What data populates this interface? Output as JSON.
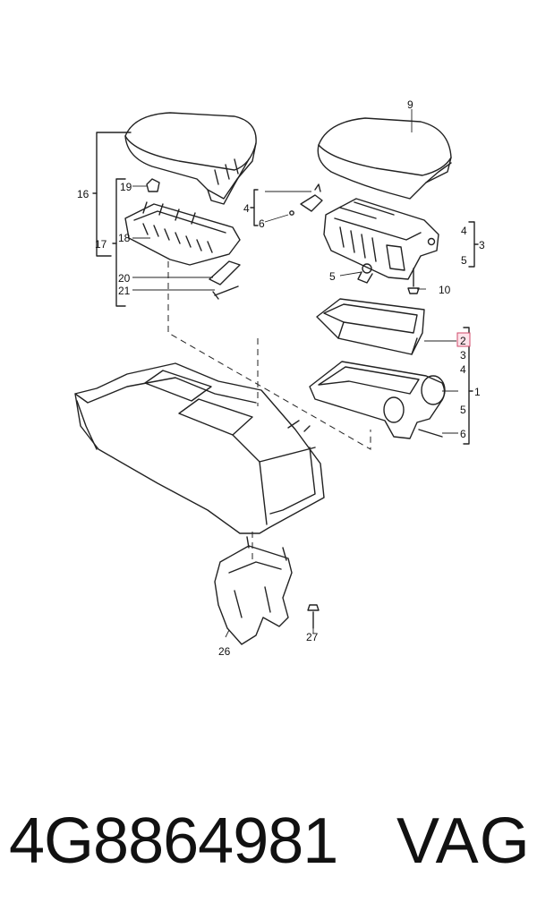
{
  "diagram": {
    "callouts": [
      "16",
      "17",
      "19",
      "18",
      "20",
      "21",
      "4",
      "6",
      "9",
      "4",
      "3",
      "5",
      "5",
      "10",
      "2",
      "3",
      "4",
      "1",
      "5",
      "6",
      "26",
      "27"
    ],
    "highlighted_callout": "2"
  },
  "caption": {
    "part_number": "4G8864981",
    "brand": "VAG"
  }
}
